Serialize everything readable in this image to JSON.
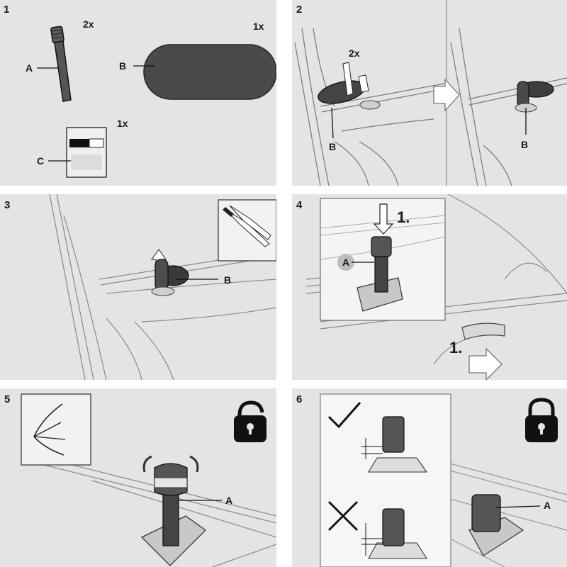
{
  "panels": [
    {
      "number": "1",
      "parts": {
        "a_label": "A",
        "a_count": "2x",
        "b_label": "B",
        "b_count": "1x",
        "c_label": "C",
        "c_count": "1x"
      }
    },
    {
      "number": "2",
      "tape_count": "2x",
      "label_left": "B",
      "label_right": "B"
    },
    {
      "number": "3",
      "label": "B"
    },
    {
      "number": "4",
      "label": "A",
      "step_top": "1.",
      "step_bottom": "1."
    },
    {
      "number": "5",
      "label": "A"
    },
    {
      "number": "6",
      "label": "A"
    }
  ],
  "icons": {
    "panel3_inset": "pliers-icon",
    "panel5_corner": "unlocked-padlock-icon",
    "panel5_inset": "eye-icon",
    "panel6_corner": "locked-padlock-icon",
    "panel6_correct": "check-mark-icon",
    "panel6_wrong": "cross-icon"
  },
  "colors": {
    "panel_bg": "#e4e4e4",
    "ink": "#1a1a1a",
    "part_dark": "#4a4a4a"
  }
}
